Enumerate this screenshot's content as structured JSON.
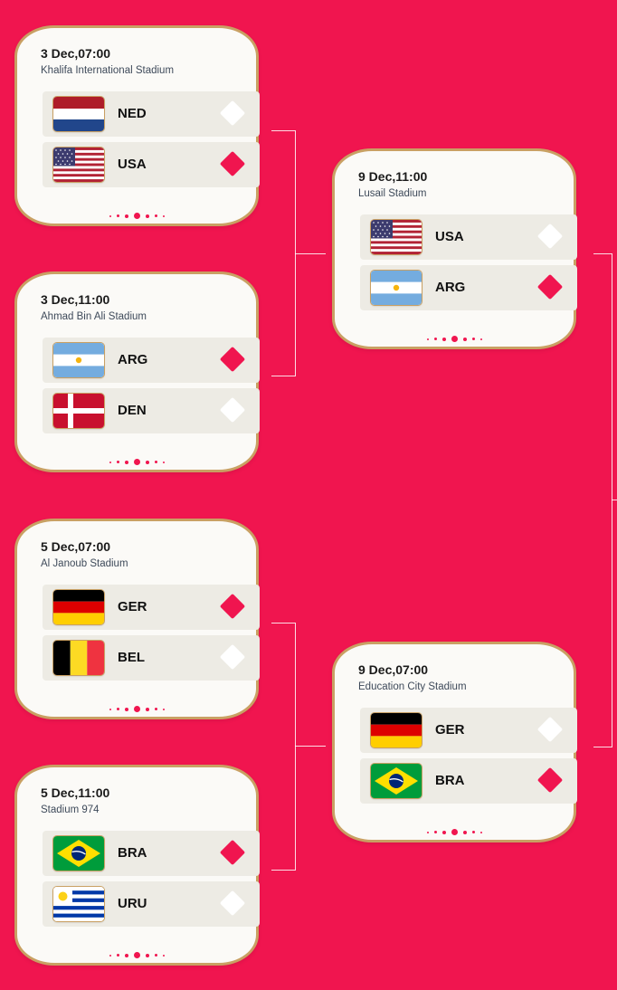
{
  "colors": {
    "background": "#f0154f",
    "card": "#fbfaf7",
    "card_border": "#c9a063",
    "row": "#edebe4",
    "win": "#f0154f"
  },
  "matches": [
    {
      "date": "3 Dec,07:00",
      "venue": "Khalifa International Stadium",
      "teams": [
        {
          "code": "NED",
          "flag": "netherlands-flag-icon",
          "winner": false
        },
        {
          "code": "USA",
          "flag": "usa-flag-icon",
          "winner": true
        }
      ]
    },
    {
      "date": "3 Dec,11:00",
      "venue": "Ahmad Bin Ali Stadium",
      "teams": [
        {
          "code": "ARG",
          "flag": "argentina-flag-icon",
          "winner": true
        },
        {
          "code": "DEN",
          "flag": "denmark-flag-icon",
          "winner": false
        }
      ]
    },
    {
      "date": "5 Dec,07:00",
      "venue": "Al Janoub Stadium",
      "teams": [
        {
          "code": "GER",
          "flag": "germany-flag-icon",
          "winner": true
        },
        {
          "code": "BEL",
          "flag": "belgium-flag-icon",
          "winner": false
        }
      ]
    },
    {
      "date": "5 Dec,11:00",
      "venue": "Stadium 974",
      "teams": [
        {
          "code": "BRA",
          "flag": "brazil-flag-icon",
          "winner": true
        },
        {
          "code": "URU",
          "flag": "uruguay-flag-icon",
          "winner": false
        }
      ]
    },
    {
      "date": "9 Dec,11:00",
      "venue": "Lusail Stadium",
      "teams": [
        {
          "code": "USA",
          "flag": "usa-flag-icon",
          "winner": false
        },
        {
          "code": "ARG",
          "flag": "argentina-flag-icon",
          "winner": true
        }
      ]
    },
    {
      "date": "9 Dec,07:00",
      "venue": "Education City Stadium",
      "teams": [
        {
          "code": "GER",
          "flag": "germany-flag-icon",
          "winner": false
        },
        {
          "code": "BRA",
          "flag": "brazil-flag-icon",
          "winner": true
        }
      ]
    }
  ]
}
